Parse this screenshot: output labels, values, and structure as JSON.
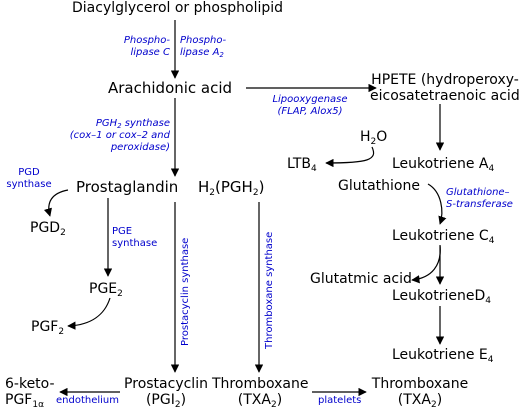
{
  "nodes": {
    "source": "Diacylglycerol or phospholipid",
    "arachidonic": "Arachidonic acid",
    "hpete_1": "HPETE (hydroperoxy-",
    "hpete_2": "eicosatetraenoic acid)",
    "water": "H",
    "water_sub": "2",
    "water_tail": "O",
    "ltb4": "LTB",
    "ltb4_sub": "4",
    "lta4": "Leukotriene A",
    "lta4_sub": "4",
    "glutathione": "Glutathione",
    "prostaglandin": "Prostaglandin",
    "pgh2": "H",
    "pgh2_sub": "2",
    "pgh2_tail": "(PGH",
    "pgh2_sub2": "2",
    "pgh2_close": ")",
    "pgd2": "PGD",
    "pgd2_sub": "2",
    "ltc4": "Leukotriene C",
    "ltc4_sub": "4",
    "pge2": "PGE",
    "pge2_sub": "2",
    "glutamic": "Glutatmic acid",
    "ltd4": "LeukotrieneD",
    "ltd4_sub": "4",
    "pgf2": "PGF",
    "pgf2_sub": "2",
    "lte4": "Leukotriene E",
    "lte4_sub": "4",
    "ketopgf_1": "6-keto-",
    "ketopgf_2": "PGF",
    "ketopgf_sub": "1α",
    "prostacyclin": "Prostacyclin",
    "pgi2": "(PGI",
    "pgi2_sub": "2",
    "pgi2_close": ")",
    "thromboxane_1": "Thromboxane",
    "txa2_1": "(TXA",
    "txa2_1_sub": "2",
    "txa2_1_close": ")",
    "thromboxane_2": "Thromboxane",
    "txa2_2": "(TXA",
    "txa2_2_sub": "2",
    "txa2_2_close": ")"
  },
  "enzymes": {
    "phospholipase_c_1": "Phospho-",
    "phospholipase_c_2": "lipase C",
    "phospholipase_a2_1": "Phospho-",
    "phospholipase_a2_2": "lipase A",
    "phospholipase_a2_sub": "2",
    "lipoxygenase_1": "Lipooxygenase",
    "lipoxygenase_2": "(FLAP, Alox5)",
    "pgh2_synthase_1": "PGH",
    "pgh2_synthase_sub": "2",
    "pgh2_synthase_1b": " synthase",
    "pgh2_synthase_2": "(cox–1 or cox–2 and",
    "pgh2_synthase_3": "peroxidase)",
    "pgd_synthase_1": "PGD",
    "pgd_synthase_2": "synthase",
    "pge_synthase_1": "PGE",
    "pge_synthase_2": "synthase",
    "gst_1": "Glutathione–",
    "gst_2": "S-transferase",
    "prostacyclin_synthase": "Prostacyclin synthase",
    "thromboxane_synthase": "Thromboxane synthase",
    "endothelium": "endothelium",
    "platelets": "platelets"
  },
  "colors": {
    "enzyme_text": "#0000cc",
    "node_text": "#000000",
    "arrow": "#000000"
  }
}
